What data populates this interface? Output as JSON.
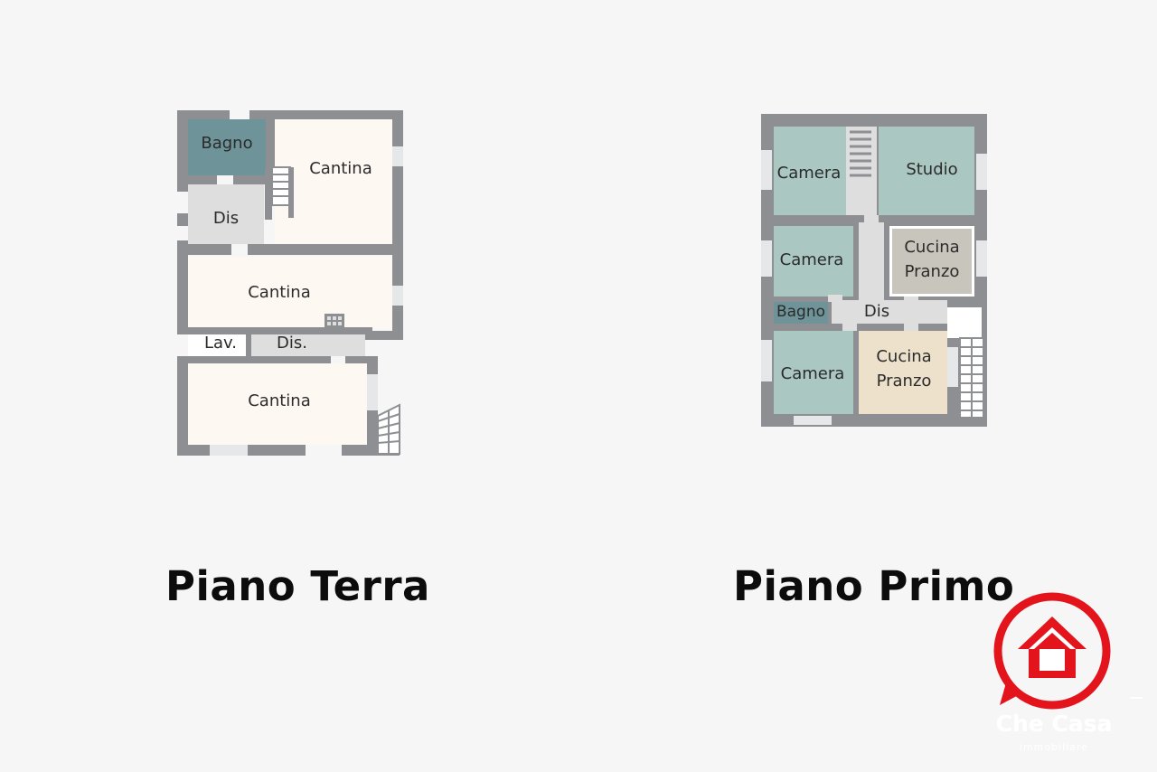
{
  "colors": {
    "wall": "#8d8f92",
    "cantina": "#fef8f3",
    "bagno": "#6e9499",
    "distribution": "#dedede",
    "camera": "#aac7c1",
    "cucina_gray": "#c8c5bc",
    "cucina_beige": "#ede1cb",
    "logo_red": "#e3141b"
  },
  "plans": {
    "terra": {
      "title": "Piano Terra",
      "rooms": {
        "bagno": "Bagno",
        "cantina_top": "Cantina",
        "dis_top": "Dis",
        "cantina_mid": "Cantina",
        "lav": "Lav.",
        "dis_mid": "Dis.",
        "cantina_bottom": "Cantina"
      }
    },
    "primo": {
      "title": "Piano Primo",
      "rooms": {
        "camera_top": "Camera",
        "studio": "Studio",
        "camera_mid": "Camera",
        "cucina_top": "Cucina\nPranzo",
        "bagno": "Bagno",
        "dis": "Dis",
        "camera_bottom": "Camera",
        "cucina_bottom": "Cucina\nPranzo"
      }
    }
  },
  "logo": {
    "name": "Che Casa",
    "tagline": "immobiliare",
    "icon": "house-icon"
  }
}
